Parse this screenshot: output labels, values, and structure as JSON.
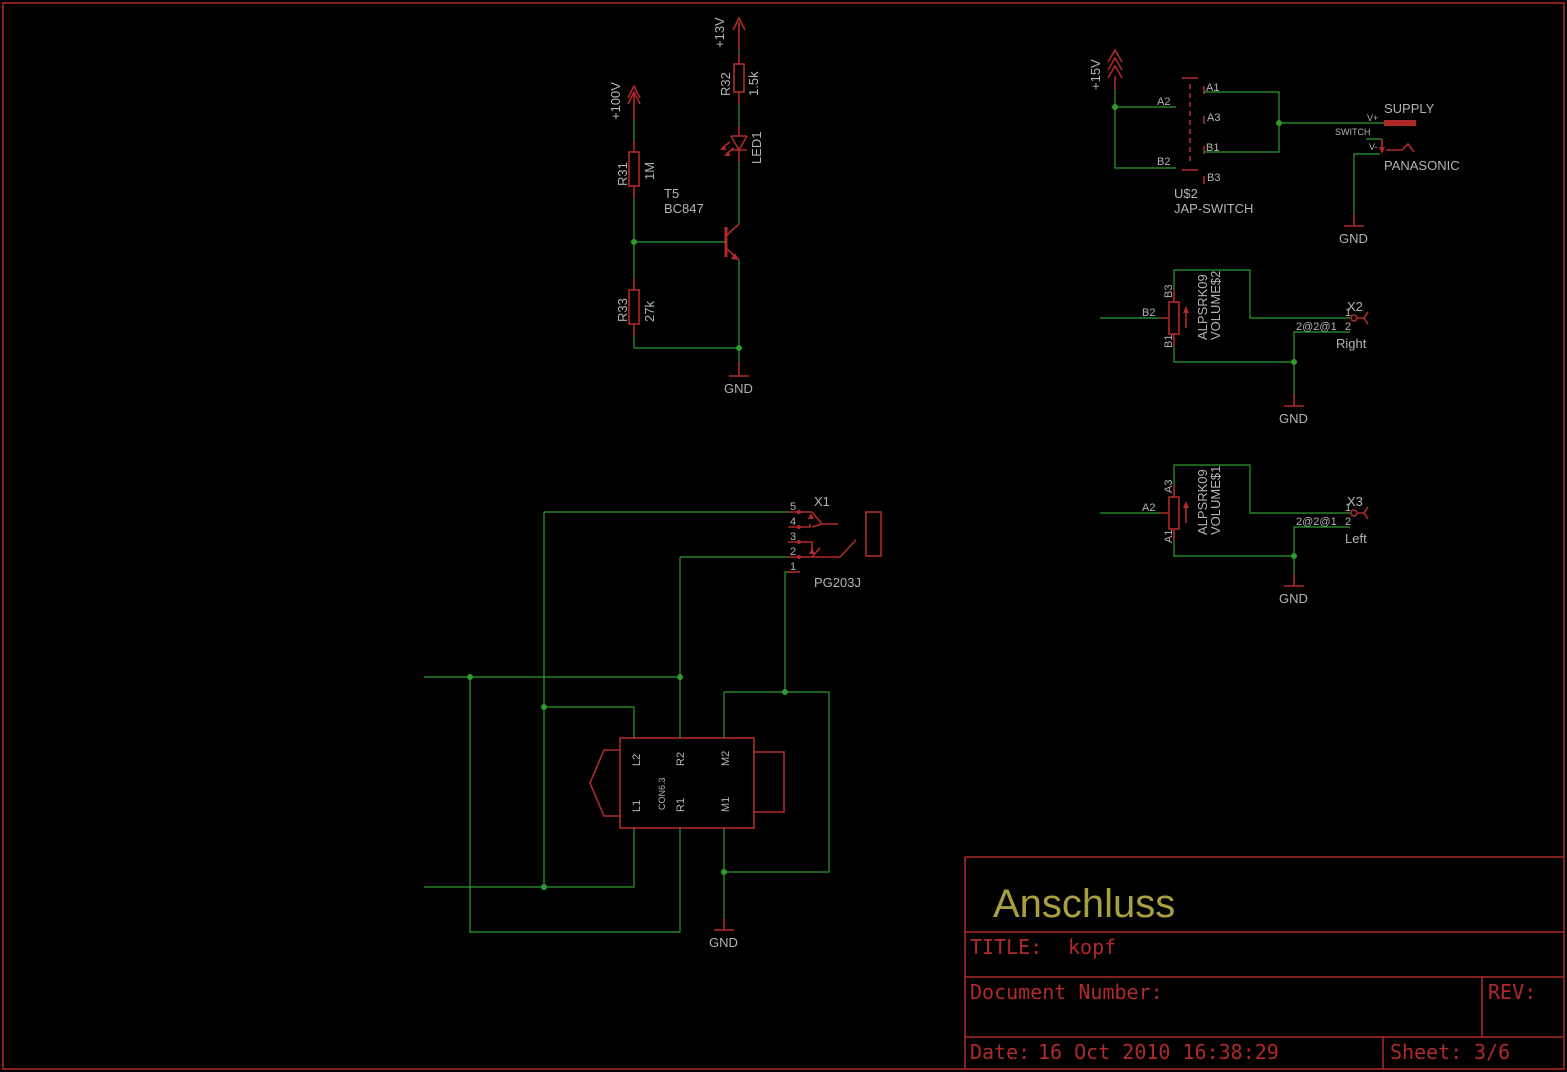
{
  "power": {
    "v100": "+100V",
    "v13": "+13V",
    "v15": "+15V",
    "gnd": "GND"
  },
  "components": {
    "r31": {
      "name": "R31",
      "value": "1M"
    },
    "r32": {
      "name": "R32",
      "value": "1.5k"
    },
    "r33": {
      "name": "R33",
      "value": "27k"
    },
    "led1": {
      "name": "LED1"
    },
    "t5": {
      "name": "T5",
      "value": "BC847"
    },
    "u2": {
      "name": "U$2",
      "value": "JAP-SWITCH",
      "pins": [
        "A1",
        "A2",
        "A3",
        "B1",
        "B2",
        "B3"
      ]
    },
    "supply": {
      "name": "SUPPLY",
      "switch": "SWITCH",
      "vplus": "V+",
      "vminus": "V-",
      "value": "PANASONIC"
    },
    "vol2": {
      "name": "VOLUME$2",
      "value": "ALPSRK09",
      "pin_wiper": "B2",
      "pin_top": "B3",
      "pin_bottom": "B1"
    },
    "vol1": {
      "name": "VOLUME$1",
      "value": "ALPSRK09",
      "pin_wiper": "A2",
      "pin_top": "A3",
      "pin_bottom": "A1"
    },
    "x2": {
      "name": "X2",
      "value": "Right",
      "pin1": "1",
      "pin2": "2",
      "pinref": "2@2@1"
    },
    "x3": {
      "name": "X3",
      "value": "Left",
      "pin1": "1",
      "pin2": "2",
      "pinref": "2@2@1"
    },
    "x1": {
      "name": "X1",
      "value": "PG203J",
      "pins": [
        "5",
        "4",
        "3",
        "2",
        "1"
      ]
    },
    "con": {
      "name": "CON6.3",
      "pins": [
        "L2",
        "R2",
        "M2",
        "L1",
        "R1",
        "M1"
      ]
    }
  },
  "titleblock": {
    "title_big": "Anschluss",
    "title_label": "TITLE:",
    "title_value": "kopf",
    "docnum_label": "Document Number:",
    "rev_label": "REV:",
    "date_label": "Date:",
    "date_value": "16 Oct 2010 16:38:29",
    "sheet_label": "Sheet:",
    "sheet_value": "3/6"
  }
}
